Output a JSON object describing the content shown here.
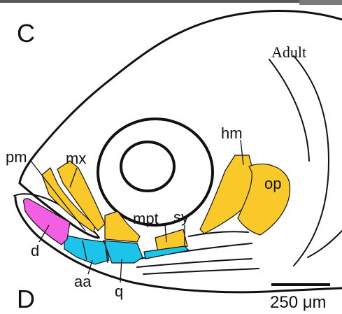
{
  "panel_letters": {
    "top": "C",
    "bottom": "D"
  },
  "stage_label": "Adult",
  "scale_bar": {
    "label": "250 μm"
  },
  "bone_labels": {
    "pm": "pm",
    "mx": "mx",
    "hm": "hm",
    "op": "op",
    "mpt": "mpt",
    "sy": "sy",
    "d": "d",
    "aa": "aa",
    "q": "q"
  },
  "colors": {
    "yellow_bones": "#F8C928",
    "cyan_bones": "#1BC4E8",
    "magenta_bones": "#F25FE3",
    "outline": "#111111"
  }
}
